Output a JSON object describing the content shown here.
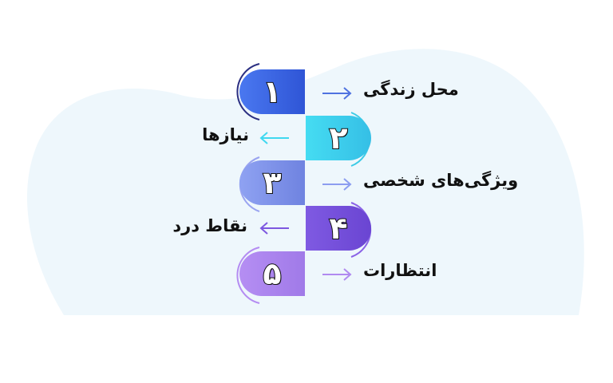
{
  "steps": [
    {
      "number": "۱",
      "label": "محل زندگی",
      "color": "#3d6ce8",
      "arc_color": "#2b2f82",
      "side": "left"
    },
    {
      "number": "۲",
      "label": "نیازها",
      "color": "#3fd3ee",
      "arc_color": "#3ccbe6",
      "side": "right"
    },
    {
      "number": "۳",
      "label": "ویژگی‌های شخصی",
      "color": "#8b9cf0",
      "arc_color": "#9aa4f0",
      "side": "left"
    },
    {
      "number": "۴",
      "label": "نقاط درد",
      "color": "#7a55df",
      "arc_color": "#8a63e6",
      "side": "right"
    },
    {
      "number": "۵",
      "label": "انتظارات",
      "color": "#b28af2",
      "arc_color": "#b48cf2",
      "side": "left"
    }
  ],
  "background_color": "#eef7fc"
}
